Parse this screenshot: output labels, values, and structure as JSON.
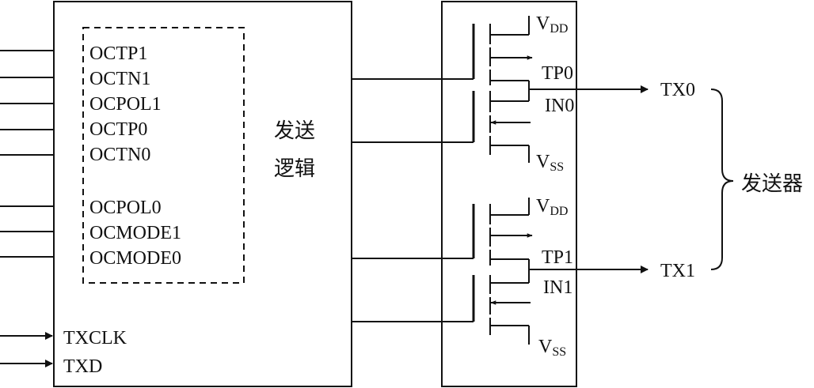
{
  "logic_block": {
    "registers": [
      "OCTP1",
      "OCTN1",
      "OCPOL1",
      "OCTP0",
      "OCTN0",
      "OCPOL0",
      "OCMODE1",
      "OCMODE0"
    ],
    "label_line1": "发送",
    "label_line2": "逻辑",
    "txclk": "TXCLK",
    "txd": "TXD"
  },
  "driver_block": {
    "channels": [
      {
        "vdd_main": "V",
        "vdd_sub": "DD",
        "tp": "TP0",
        "in": "IN0",
        "vss_main": "V",
        "vss_sub": "SS",
        "out": "TX0"
      },
      {
        "vdd_main": "V",
        "vdd_sub": "DD",
        "tp": "TP1",
        "in": "IN1",
        "vss_main": "V",
        "vss_sub": "SS",
        "out": "TX1"
      }
    ]
  },
  "transmitter_label": "发送器"
}
